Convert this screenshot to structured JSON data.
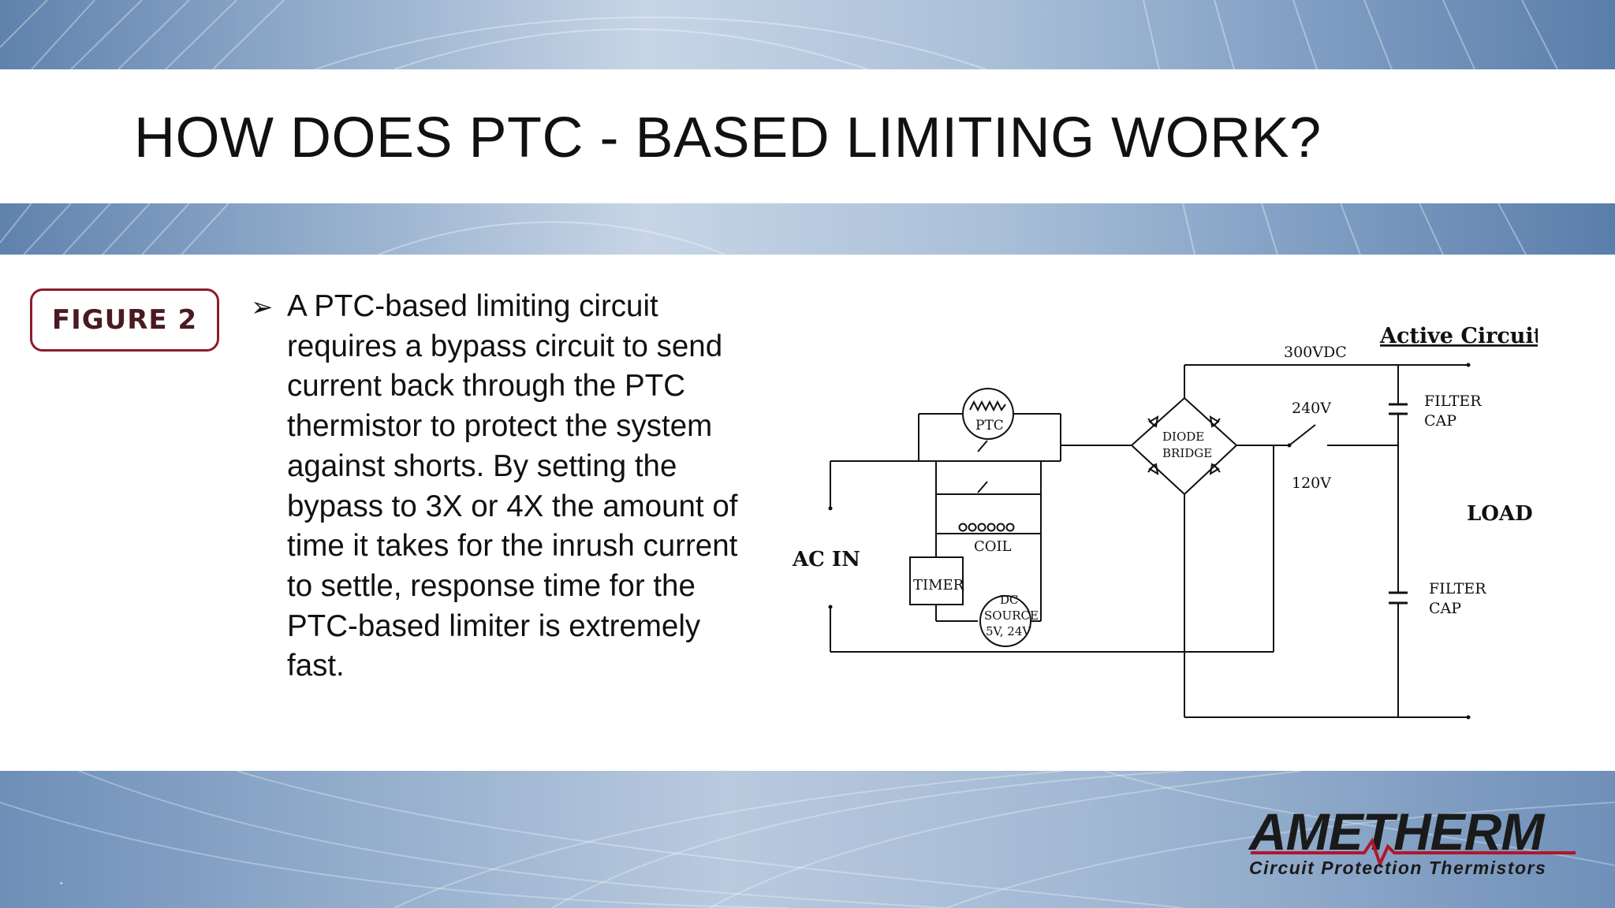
{
  "slide": {
    "title": "HOW DOES PTC - BASED LIMITING WORK?",
    "figure_label": "FIGURE 2",
    "bullet_marker": "➢",
    "bullet_text": "A PTC-based limiting circuit requires a bypass circuit to send current back through the PTC thermistor to protect the system against shorts.  By setting the bypass to 3X or 4X the amount of time it takes for the inrush current to settle, response time for the PTC-based limiter is extremely fast.",
    "corner_mark": "•"
  },
  "diagram": {
    "heading": "Active Circuit",
    "labels": {
      "ac_in": "AC IN",
      "ptc": "PTC",
      "coil": "COIL",
      "timer": "TIMER",
      "dc_source_line1": "DC",
      "dc_source_line2": "SOURCE",
      "dc_source_line3": "5V, 24V",
      "diode_bridge_line1": "DIODE",
      "diode_bridge_line2": "BRIDGE",
      "v300dc": "300VDC",
      "v240": "240V",
      "v120": "120V",
      "filter_cap_top_line1": "FILTER",
      "filter_cap_top_line2": "CAP",
      "filter_cap_bottom_line1": "FILTER",
      "filter_cap_bottom_line2": "CAP",
      "load": "LOAD"
    }
  },
  "logo": {
    "name": "AMETHERM",
    "tagline": "Circuit Protection Thermistors",
    "colors": {
      "text": "#1a1a1a",
      "accent": "#b0172c"
    }
  },
  "colors": {
    "figure_border": "#8c1d2a",
    "band": "#7e9dc2"
  }
}
